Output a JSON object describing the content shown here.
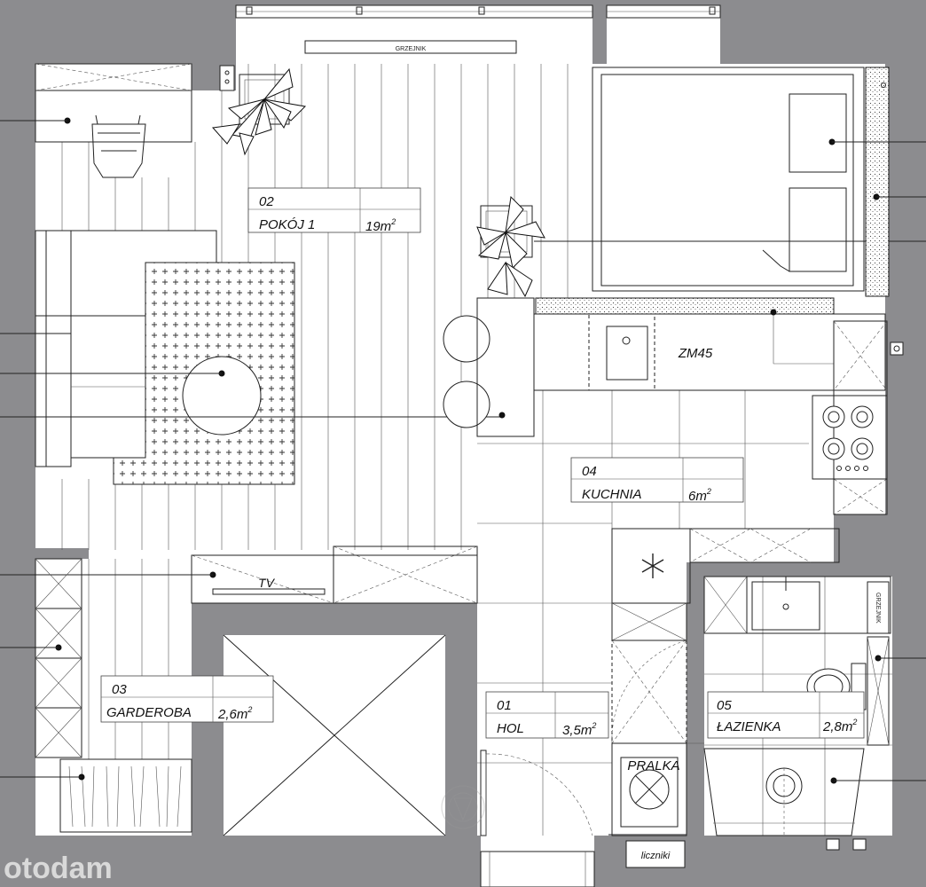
{
  "rooms": [
    {
      "id": "room-pokoj",
      "number": "02",
      "name": "POKÓJ 1",
      "area_value": "19m",
      "area_exp": "2"
    },
    {
      "id": "room-kuchnia",
      "number": "04",
      "name": "KUCHNIA",
      "area_value": "6m",
      "area_exp": "2"
    },
    {
      "id": "room-garderoba",
      "number": "03",
      "name": "GARDEROBA",
      "area_value": "2,6m",
      "area_exp": "2"
    },
    {
      "id": "room-hol",
      "number": "01",
      "name": "HOL",
      "area_value": "3,5m",
      "area_exp": "2"
    },
    {
      "id": "room-lazienka",
      "number": "05",
      "name": "ŁAZIENKA",
      "area_value": "2,8m",
      "area_exp": "2"
    }
  ],
  "labels": {
    "radiator_top": "GRZEJNIK",
    "radiator_bath": "GRZEJNIK",
    "cabinet": "ZM45",
    "tv": "TV",
    "washer": "PRALKA",
    "meters": "liczniki"
  },
  "watermark": "otodam",
  "colors": {
    "wall": "#8c8c8f",
    "line": "#222222",
    "background": "#ffffff"
  }
}
